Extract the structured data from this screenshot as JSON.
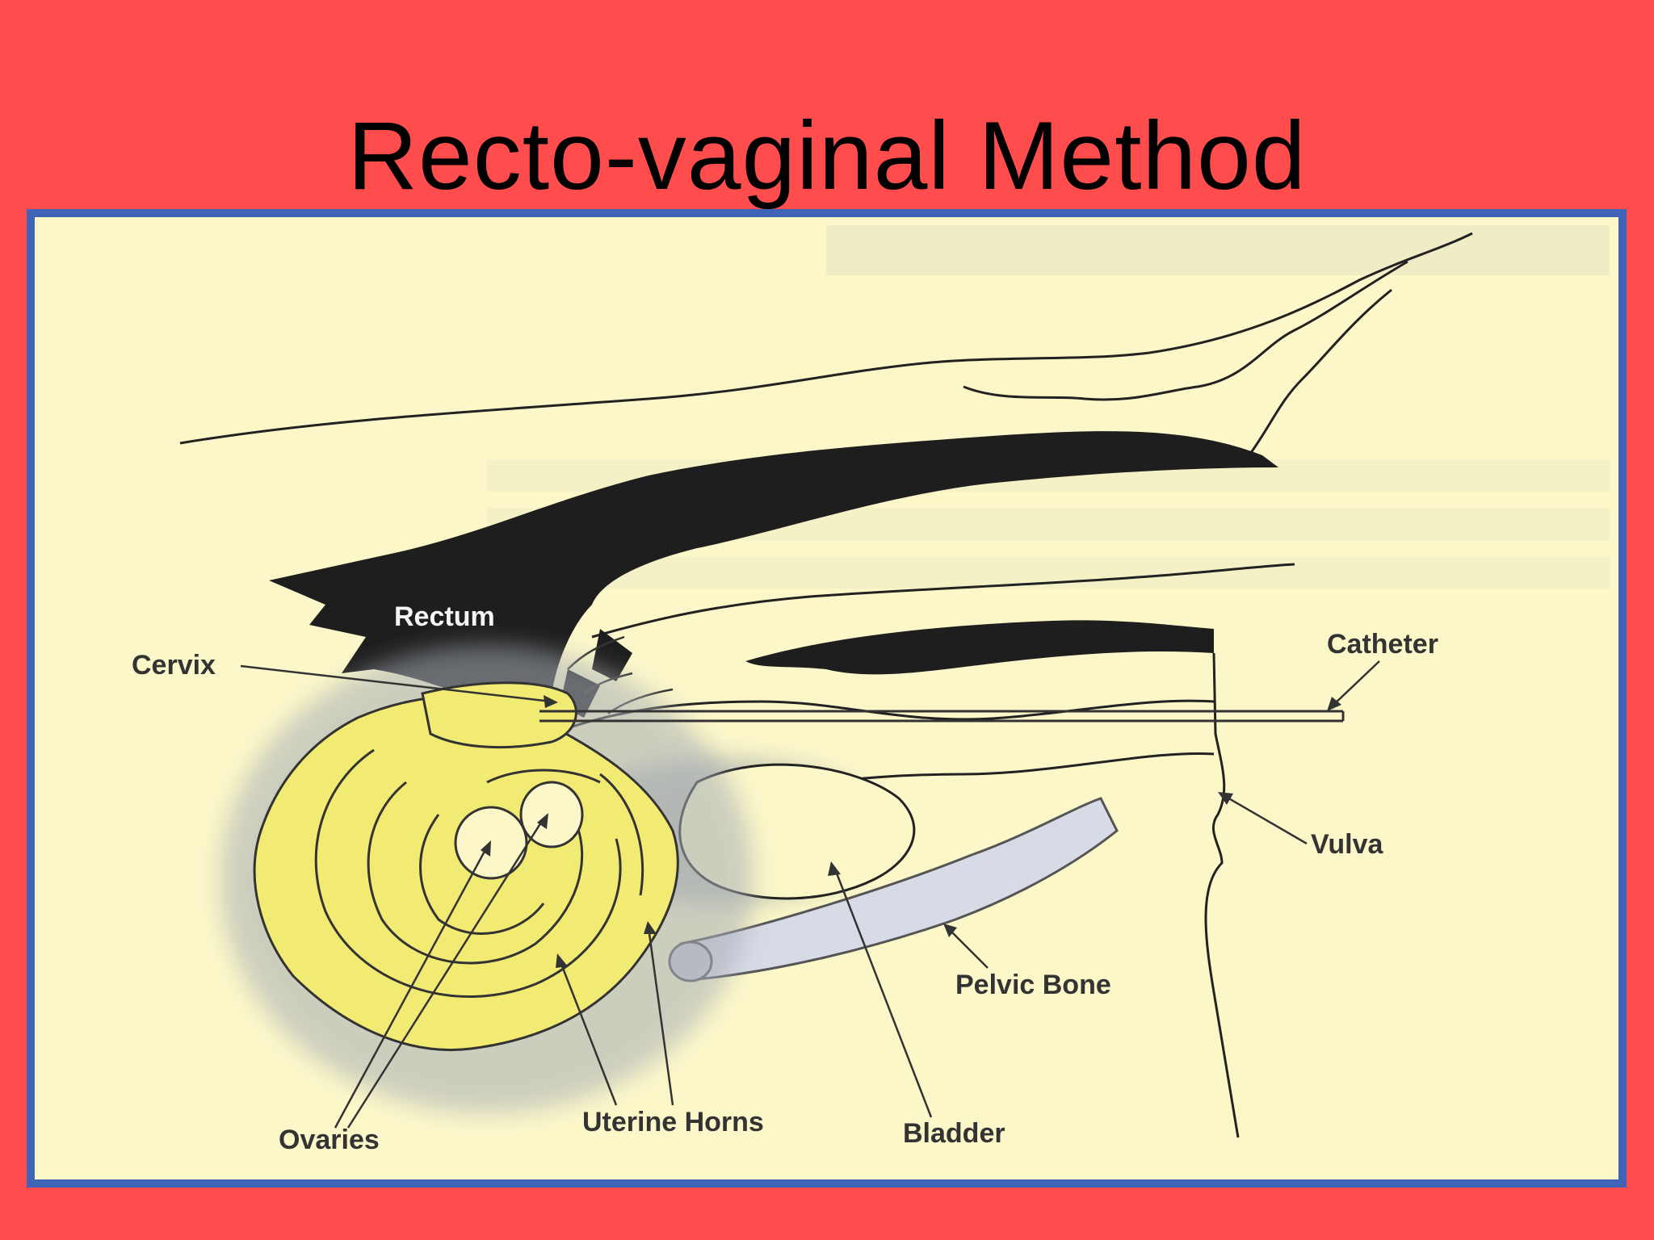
{
  "slide": {
    "title": "Recto-vaginal Method"
  },
  "diagram": {
    "labels": {
      "rectum": "Rectum",
      "cervix": "Cervix",
      "catheter": "Catheter",
      "vulva": "Vulva",
      "pelvic_bone": "Pelvic Bone",
      "bladder": "Bladder",
      "uterine_horns": "Uterine Horns",
      "ovaries": "Ovaries"
    },
    "colors": {
      "background": "#ff4d4d",
      "frame": "#3f63b7",
      "paper": "#fbf7c9",
      "uterus": "#f1ea73",
      "rectum": "#1e1e1e",
      "bone": "#d7dbe6"
    }
  }
}
